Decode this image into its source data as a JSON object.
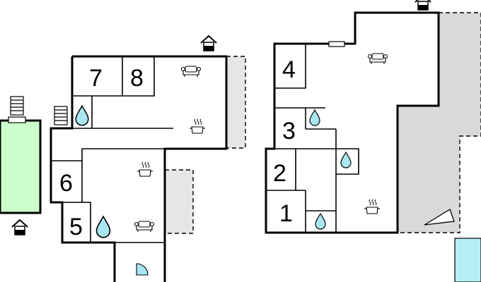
{
  "rooms": {
    "r1": "1",
    "r2": "2",
    "r3": "3",
    "r4": "4",
    "r5": "5",
    "r6": "6",
    "r7": "7",
    "r8": "8"
  },
  "icons": {
    "bath": "water-drop-icon",
    "sofa": "sofa-icon",
    "kitchen": "cooking-pot-icon",
    "entrance": "house-entrance-icon",
    "stairs": "stairs-icon",
    "shower": "shower-icon"
  },
  "colors": {
    "pool": "#ccffcc",
    "water_drop": "#a9e6f2",
    "terrace": "#d9d9d9",
    "shower_tray": "#b6f0f6",
    "wall": "#000000"
  }
}
